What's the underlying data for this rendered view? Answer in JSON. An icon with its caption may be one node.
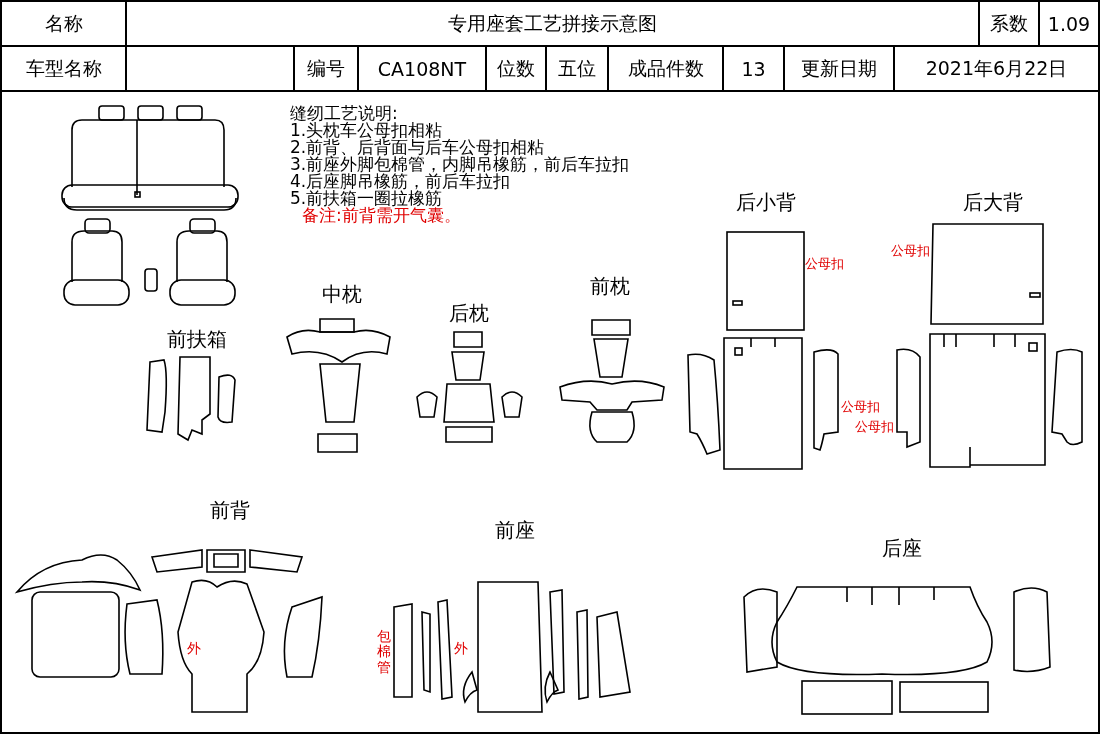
{
  "diagram": {
    "title": "专用座套工艺拼接示意图",
    "labels": [
      "名称",
      "系数",
      "1.09",
      "车型名称",
      "编号",
      "CA108NT",
      "位数",
      "五位",
      "成品件数",
      "13",
      "更新日期",
      "2021年6月22日",
      "缝纫工艺说明:",
      "1.头枕车公母扣相粘",
      "2.前背、后背面与后车公母扣相粘",
      "3.前座外脚包棉管，内脚吊橡筋，前后车拉扣",
      "4.后座脚吊橡筋，前后车拉扣",
      "5.前扶箱一圈拉橡筋",
      "备注:前背需开气囊。",
      "后小背",
      "后大背",
      "公母扣",
      "公母扣",
      "中枕",
      "前枕",
      "后枕",
      "前扶箱",
      "公母扣",
      "公母扣",
      "前背",
      "前座",
      "后座",
      "外",
      "包棉管",
      "外"
    ]
  }
}
